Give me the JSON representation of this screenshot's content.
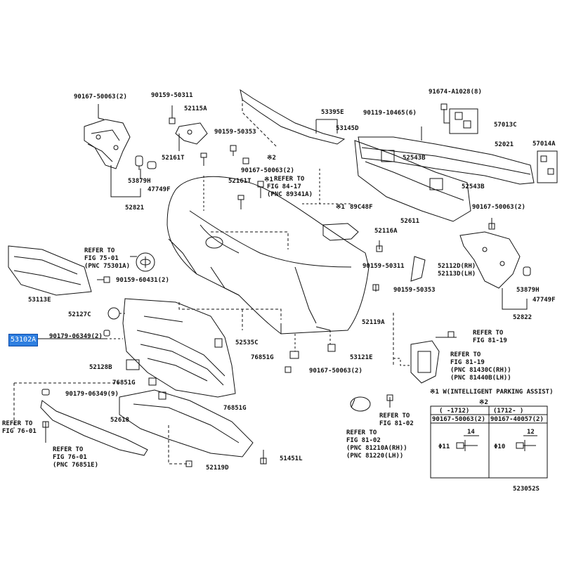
{
  "highlight": {
    "part": "53102A",
    "color": "#2f7fe0"
  },
  "parts": {
    "p90167_50063_2_a": "90167-50063(2)",
    "p90159_50311_a": "90159-50311",
    "p52115A": "52115A",
    "p90159_50353_a": "90159-50353",
    "p52161T_a": "52161T",
    "p53879H_a": "53879H",
    "p47749F_a": "47749F",
    "p52821": "52821",
    "p53395E": "53395E",
    "p53145D": "53145D",
    "p90119_10465": "90119-10465(6)",
    "p91674": "91674-A1028(8)",
    "p57013C": "57013C",
    "p52021": "52021",
    "p57014A": "57014A",
    "p52543B_a": "52543B",
    "p52543B_b": "52543B",
    "p90167_50063_2_b": "90167-50063(2)",
    "p52161T_b": "52161T",
    "p89C48F": "89C48F",
    "p52611": "52611",
    "p90167_50063_2_c": "90167-50063(2)",
    "p52116A": "52116A",
    "p90159_50311_b": "90159-50311",
    "p52112D": "52112D(RH)",
    "p52113D": "52113D(LH)",
    "p90159_50353_b": "90159-50353",
    "p53879H_b": "53879H",
    "p47749F_b": "47749F",
    "p52822": "52822",
    "p53113E": "53113E",
    "p90159_60431": "90159-60431(2)",
    "p52127C": "52127C",
    "p52119A": "52119A",
    "p53102A": "53102A",
    "p90179_06349_2": "90179-06349(2)",
    "p52535C": "52535C",
    "p76851G_a": "76851G",
    "p53121E": "53121E",
    "p90167_50063_2_d": "90167-50063(2)",
    "p52128B": "52128B",
    "p76851G_b": "76851G",
    "p76851G_c": "76851G",
    "p90179_06349_9": "90179-06349(9)",
    "p52618": "52618",
    "p52119D": "52119D",
    "p51451L": "51451L"
  },
  "refs": {
    "r75": [
      "REFER TO",
      "FIG 75-01",
      "(PNC 75301A)"
    ],
    "r84": [
      "REFER TO",
      "FIG 84-17",
      "(PNC 89341A)"
    ],
    "r81a": [
      "REFER TO",
      "FIG 81-19"
    ],
    "r81b": [
      "REFER TO",
      "FIG 81-19",
      "(PNC 81430C(RH))",
      "(PNC 81440B(LH))"
    ],
    "r76a": [
      "REFER TO",
      "FIG 76-01"
    ],
    "r76b": [
      "REFER TO",
      "FIG 76-01",
      "(PNC 76851E)"
    ],
    "r81c": [
      "REFER TO",
      "FIG 81-02",
      "(PNC 81210A(RH))",
      "(PNC 81220(LH))"
    ],
    "r81d": [
      "REFER TO",
      "FIG 81-02"
    ]
  },
  "marks": {
    "m1": "※1",
    "m2": "※2",
    "m1b": "※1",
    "m1c": "※1"
  },
  "legend": {
    "note": "※1 W(INTELLIGENT PARKING ASSIST)",
    "mark2": "※2",
    "col1_range": "(    -1712)",
    "col2_range": "(1712-        )",
    "col1_part": "90167-50063(2)",
    "col2_part": "90167-40057(2)",
    "col1_len": "14",
    "col2_len": "12",
    "col1_dia": "Φ11",
    "col2_dia": "Φ10"
  },
  "diagram_id": "523052S"
}
